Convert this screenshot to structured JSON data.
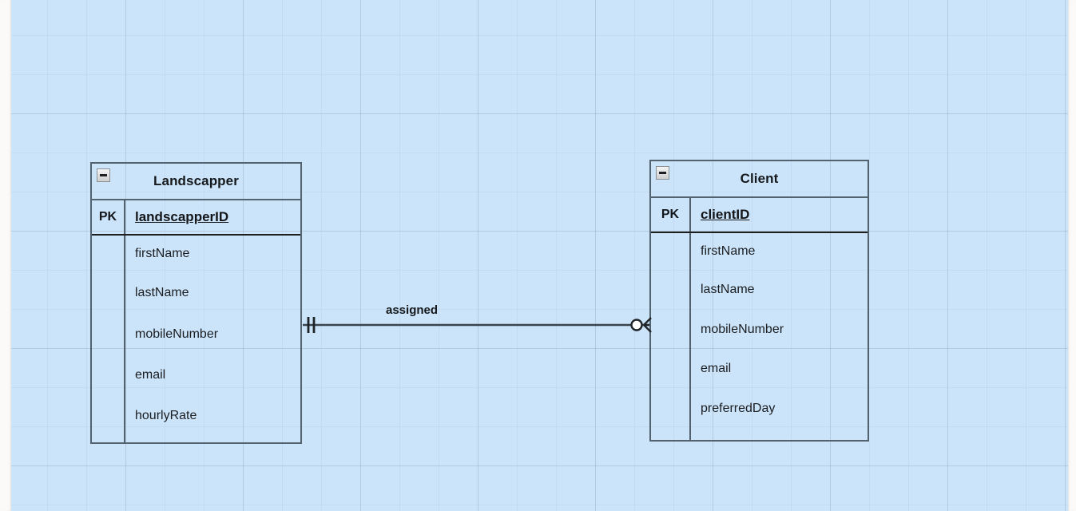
{
  "diagram": {
    "type": "entity-relationship-diagram",
    "background_color": "#cbe4fa",
    "line_color": "#3b444c",
    "entity_border_color": "#53626f"
  },
  "entities": [
    {
      "name": "Landscapper",
      "collapse_icon": "minus-icon",
      "pk_label": "PK",
      "pk_attribute": "landscapperID",
      "attributes": [
        "firstName",
        "lastName",
        "mobileNumber",
        "email",
        "hourlyRate"
      ]
    },
    {
      "name": "Client",
      "collapse_icon": "minus-icon",
      "pk_label": "PK",
      "pk_attribute": "clientID",
      "attributes": [
        "firstName",
        "lastName",
        "mobileNumber",
        "email",
        "preferredDay"
      ]
    }
  ],
  "relationship": {
    "label": "assigned",
    "from_entity": "Landscapper",
    "to_entity": "Client",
    "from_cardinality": "one-and-only-one",
    "to_cardinality": "zero-or-many",
    "from_notation": "double-tick",
    "to_notation": "circle-crows-foot"
  }
}
